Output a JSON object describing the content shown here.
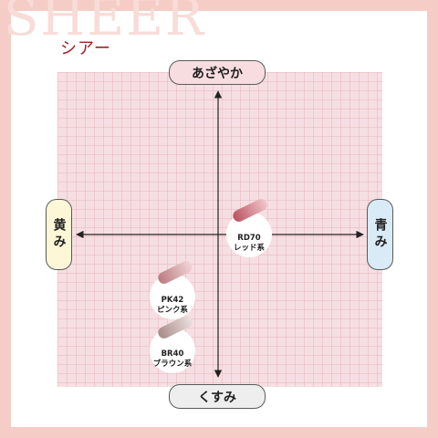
{
  "watermark": "SHEER",
  "subtitle": "シアー",
  "axes": {
    "top": "あざやか",
    "bottom": "くすみ",
    "left": "黄み",
    "right": "青み"
  },
  "products": [
    {
      "code": "RD70",
      "family": "レッド系",
      "color": "#c4606c"
    },
    {
      "code": "PK42",
      "family": "ピンク系",
      "color": "#c4888d"
    },
    {
      "code": "BR40",
      "family": "ブラウン系",
      "color": "#b09592"
    }
  ],
  "colors": {
    "background": "#f6cdc6",
    "plot": "#f6dfe2",
    "accent": "#a0212a"
  }
}
